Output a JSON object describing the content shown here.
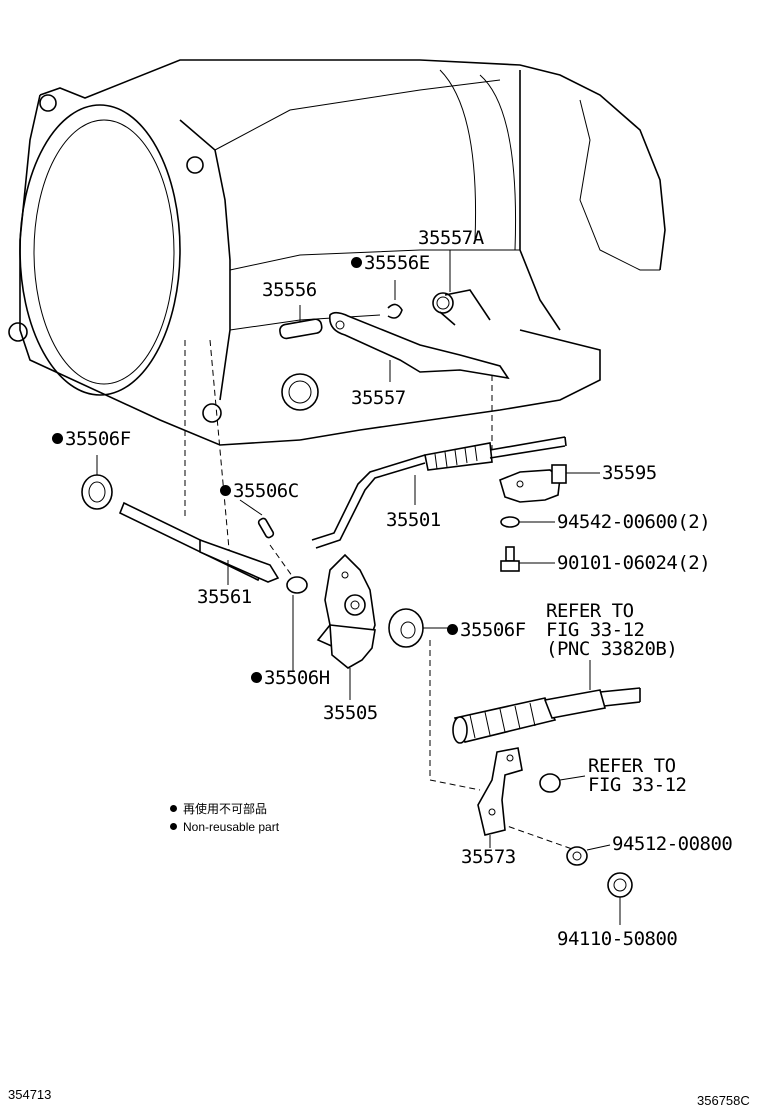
{
  "labels": {
    "p35557A": "35557A",
    "p35556E": "35556E",
    "p35556": "35556",
    "p35557": "35557",
    "p35506F_left": "35506F",
    "p35506C": "35506C",
    "p35501": "35501",
    "p35595": "35595",
    "p94542": "94542-00600(2)",
    "p90101": "90101-06024(2)",
    "p35561": "35561",
    "p35506F_right": "35506F",
    "refer1_line1": "REFER TO",
    "refer1_line2": "FIG 33-12",
    "refer1_line3": "(PNC 33820B)",
    "p35506H": "35506H",
    "p35505": "35505",
    "refer2_line1": "REFER TO",
    "refer2_line2": "FIG 33-12",
    "p35573": "35573",
    "p94512": "94512-00800",
    "p94110": "94110-50800"
  },
  "legend": {
    "jp": "再使用不可部品",
    "en": "Non-reusable part"
  },
  "catalog": {
    "left": "354713",
    "right": "356758C"
  }
}
